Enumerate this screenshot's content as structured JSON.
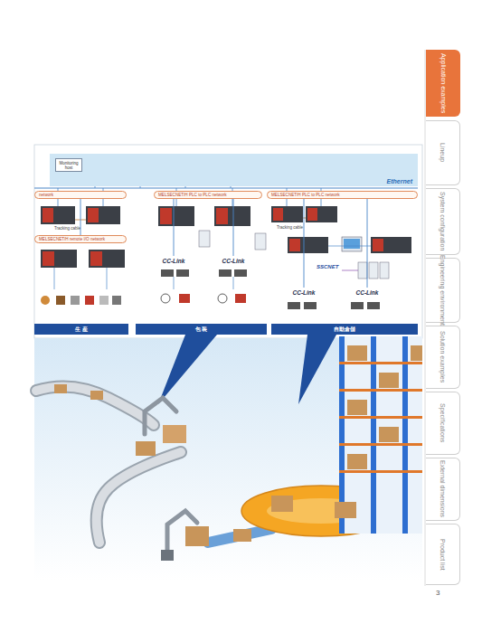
{
  "diagram": {
    "nodes": [
      {
        "text": [
          "Ethernet"
        ]
      },
      {
        "text": [
          "Monitoring host"
        ],
        "in": 0
      },
      {
        "text": [
          "network"
        ]
      },
      {
        "text": [
          "MELSECNET/H PLC to PLC network"
        ]
      },
      {
        "text": [
          "MELSECNET/H PLC to PLC network"
        ]
      },
      {
        "text": [
          "MELSECNET/H remote I/O network"
        ]
      },
      {
        "text": [
          "CC-Link"
        ]
      },
      {
        "text": [
          "CC-Link"
        ]
      },
      {
        "text": [
          "CC-Link"
        ]
      },
      {
        "text": [
          "CC-Link"
        ]
      },
      {
        "text": [
          "生 産"
        ]
      },
      {
        "text": [
          "包 装"
        ]
      },
      {
        "text": [
          "自動倉儲"
        ]
      },
      {
        "text": [
          "Application examples"
        ]
      },
      {
        "text": [
          "Lineup"
        ]
      },
      {
        "text": [
          "System configuration"
        ]
      },
      {
        "text": [
          "Engineering environment"
        ]
      },
      {
        "text": [
          "Solution examples"
        ]
      },
      {
        "text": [
          "Specifications"
        ]
      },
      {
        "text": [
          "External dimensions"
        ]
      },
      {
        "text": [
          "Product list"
        ]
      }
    ],
    "edges": [
      {
        "from": 2,
        "to": 5,
        "arrow": "none"
      },
      {
        "from": 3,
        "to": 6,
        "arrow": "none"
      },
      {
        "from": 3,
        "to": 7,
        "arrow": "none"
      },
      {
        "from": 4,
        "to": 8,
        "arrow": "none"
      },
      {
        "from": 4,
        "to": 9,
        "arrow": "none"
      }
    ],
    "labels": [
      "Tracking cable",
      "Tracking cable",
      "SSCNET",
      "3"
    ]
  }
}
